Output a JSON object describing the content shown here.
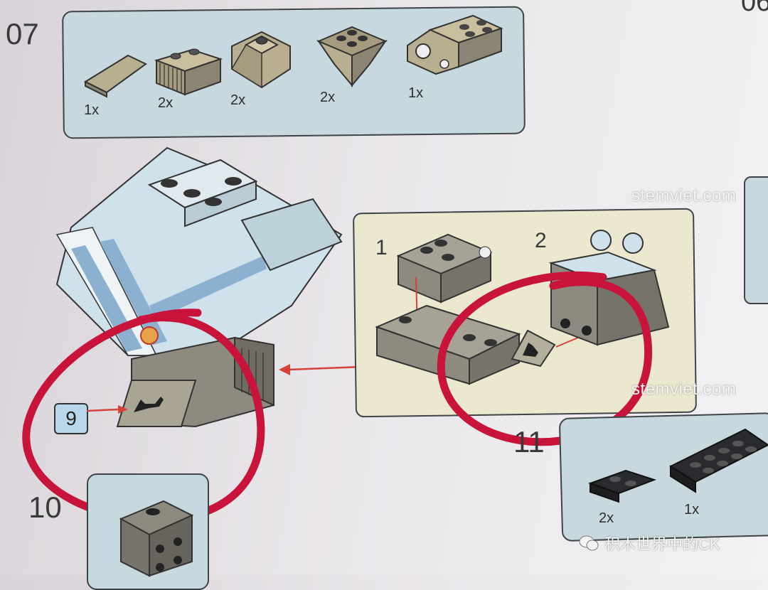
{
  "top_right_fragment": "06",
  "step_07": {
    "number": "07",
    "parts": [
      {
        "name": "slope-tile",
        "qty": "1x"
      },
      {
        "name": "grille-brick",
        "qty": "2x"
      },
      {
        "name": "slope-pyramid",
        "qty": "2x"
      },
      {
        "name": "inverted-slope",
        "qty": "2x"
      },
      {
        "name": "technic-pin-brick",
        "qty": "1x"
      }
    ]
  },
  "sub_steps": {
    "first": "1",
    "second": "2"
  },
  "callout_badge": "9",
  "step_10_fragment": "10",
  "step_11_fragment": "11",
  "step_11_parts": [
    {
      "name": "plate-1x2",
      "qty": "2x"
    },
    {
      "name": "plate-2x6",
      "qty": "1x"
    }
  ],
  "watermarks": [
    "stemviet.com",
    "stemviet.com"
  ],
  "wechat_caption": "积木世界中的CK",
  "colors": {
    "parts_box_fill": "#c7d8de",
    "subassembly_box_fill": "#ece8cf",
    "brick_tan": "#b8ae90",
    "brick_gray": "#8d8a80",
    "arrow_red": "#d8403a",
    "highlight_circle": "#c8143a"
  }
}
